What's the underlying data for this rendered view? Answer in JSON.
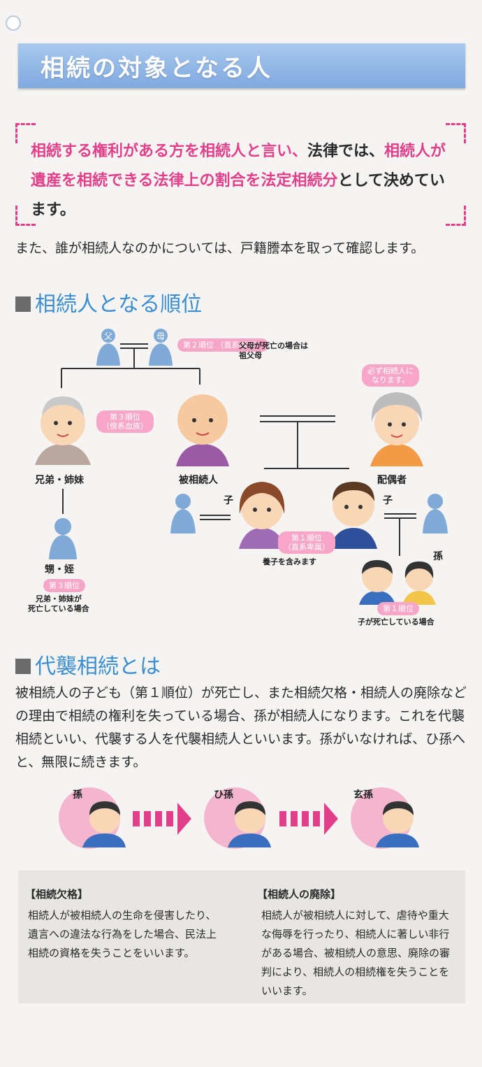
{
  "banner": {
    "title": "相続の対象となる人"
  },
  "intro": {
    "pink1": "相続する権利がある方を相続人と言い、",
    "black1": "法律では、",
    "pink2": "相続人が遺産を相続できる法律上の割合を法定相続分",
    "black2": "として決めています。"
  },
  "note": "また、誰が相続人なのかについては、戸籍謄本を取って確認します。",
  "section1": {
    "title": "相続人となる順位"
  },
  "diagram": {
    "father_char": "父",
    "mother_char": "母",
    "rank2": "第２順位\n（直系尊属）",
    "rank2_note": "父母が死亡の場合は\n祖父母",
    "must_heir": "必ず相続人に\nなります。",
    "rank3": "第３順位\n（傍系血族）",
    "siblings": "兄弟・姉妹",
    "decedent": "被相続人",
    "spouse": "配偶者",
    "child_left": "子",
    "child_right": "子",
    "rank1": "第１順位\n（直系卑属）",
    "adopted": "養子を含みます",
    "grandchild": "孫",
    "nephew": "甥・姪",
    "rank3_b": "第３順位",
    "rank3_b_note": "兄弟・姉妹が\n死亡している場合",
    "rank1_b": "第１順位",
    "rank1_b_note": "子が死亡している場合"
  },
  "section2": {
    "title": "代襲相続とは",
    "body": "被相続人の子ども（第１順位）が死亡し、また相続欠格・相続人の廃除などの理由で相続の権利を失っている場合、孫が相続人になります。これを代襲相続といい、代襲する人を代襲相続人といいます。孫がいなければ、ひ孫へと、無限に続きます。"
  },
  "succession": [
    {
      "label": "孫"
    },
    {
      "label": "ひ孫"
    },
    {
      "label": "玄孫"
    }
  ],
  "box_left": {
    "title": "【相続欠格】",
    "body": "相続人が被相続人の生命を侵害したり、遺言への違法な行為をした場合、民法上相続の資格を失うことをいいます。"
  },
  "box_right": {
    "title": "【相続人の廃除】",
    "body": "相続人が被相続人に対して、虐待や重大な侮辱を行ったり、相続人に著しい非行がある場合、被相続人の意思、廃除の審判により、相続人の相続権を失うことをいいます。"
  },
  "colors": {
    "pink": "#e23f8a",
    "blue": "#3a8ed0",
    "banner": "#8fb5e5",
    "silhouette": "#7fa9d6"
  }
}
